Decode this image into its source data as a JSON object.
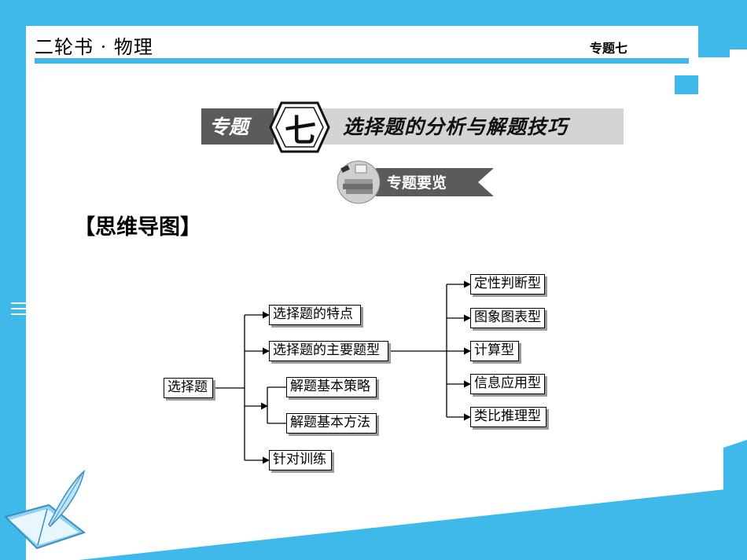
{
  "header": {
    "book_title": "二轮书 · 物理",
    "topic_label": "专题七"
  },
  "banner": {
    "prefix": "专题",
    "number": "七",
    "title": "选择题的分析与解题技巧"
  },
  "overview": {
    "label": "专题要览"
  },
  "section": {
    "heading": "【思维导图】"
  },
  "mindmap": {
    "root": "选择题",
    "branches": [
      "选择题的特点",
      "选择题的主要题型",
      "解题基本策略",
      "解题基本方法",
      "针对训练"
    ],
    "types": [
      "定性判断型",
      "图象图表型",
      "计算型",
      "信息应用型",
      "类比推理型"
    ]
  },
  "colors": {
    "frame_accent": "#3fb8ea",
    "banner_dark": "#5b5b5b",
    "banner_light": "#d4d4d4"
  }
}
